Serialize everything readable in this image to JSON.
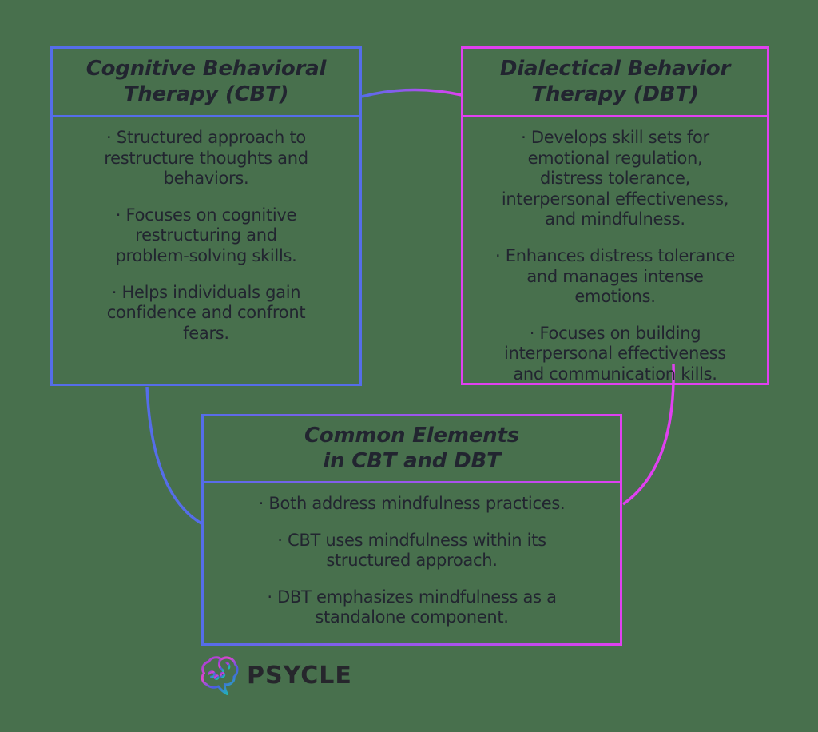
{
  "colors": {
    "bg": "#48704d",
    "blue": "#556de9",
    "magenta": "#e040f0",
    "text": "#222530",
    "logo_purple": "#8b3fd6",
    "logo_pink": "#e046cf",
    "logo_blue": "#4b5be4",
    "logo_teal": "#1fb9b4",
    "brand_text": "#26262c"
  },
  "boxes": {
    "cbt": {
      "title": "Cognitive Behavioral\nTherapy (CBT)",
      "bullets": [
        "· Structured approach to\nrestructure thoughts and\nbehaviors.",
        "· Focuses on cognitive\nrestructuring and\nproblem-solving skills.",
        "· Helps individuals gain\nconfidence and confront\nfears."
      ]
    },
    "dbt": {
      "title": "Dialectical Behavior\nTherapy (DBT)",
      "bullets": [
        "· Develops skill sets for\nemotional regulation,\ndistress tolerance,\ninterpersonal effectiveness,\nand mindfulness.",
        "· Enhances distress tolerance\nand manages intense\nemotions.",
        "· Focuses on building\ninterpersonal effectiveness\nand communication kills."
      ]
    },
    "common": {
      "title": "Common Elements\nin CBT and DBT",
      "bullets": [
        "· Both address mindfulness practices.",
        "· CBT uses mindfulness within its\nstructured approach.",
        "· DBT emphasizes mindfulness as a\nstandalone component."
      ]
    }
  },
  "logo": {
    "brand": "PSYCLE",
    "icon": "brain-icon"
  }
}
